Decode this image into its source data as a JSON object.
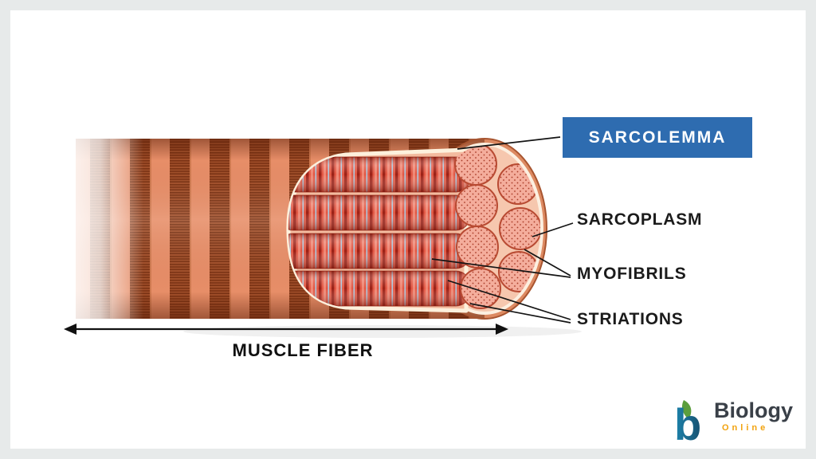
{
  "diagram": {
    "labels": {
      "sarcolemma": "SARCOLEMMA",
      "sarcoplasm": "SARCOPLASM",
      "myofibrils": "MYOFIBRILS",
      "striations": "STRIATIONS",
      "muscle_fiber": "MUSCLE FIBER"
    },
    "colors": {
      "label_box_blue": "#2e6cb0",
      "label_box_text": "#ffffff",
      "label_text": "#1b1b1b",
      "fiber_base": "#e78e68",
      "fiber_band_dark": "#a14f2a",
      "myofibril_red": "#e25743",
      "sarcoplasm_pink": "#f3bb9f"
    }
  },
  "branding": {
    "logo_text": "Biology",
    "logo_subtext": "Online",
    "accent_orange": "#f2a20d",
    "logo_teal": "#1d84ad"
  }
}
